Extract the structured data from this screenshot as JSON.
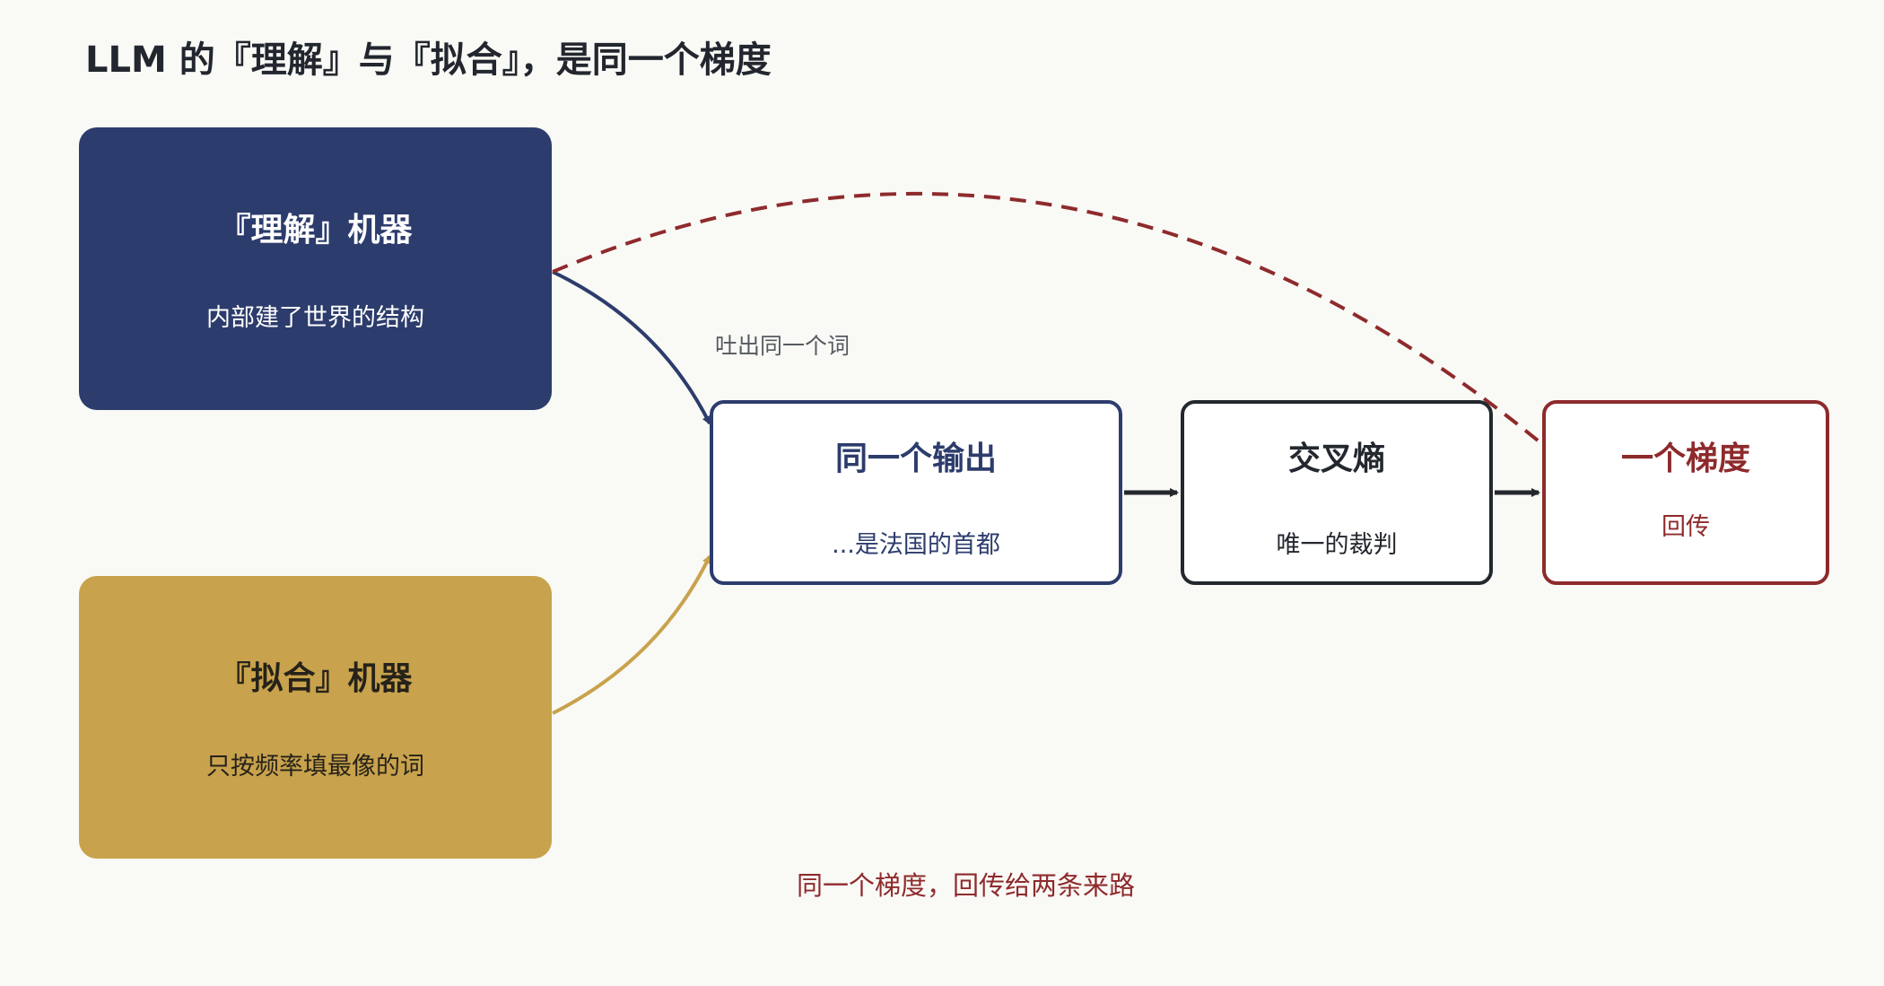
{
  "title": "LLM 的『理解』与『拟合』，是同一个梯度",
  "nodes": {
    "understanding": {
      "title": "『理解』机器",
      "subtitle": "内部建了世界的结构"
    },
    "fitting": {
      "title": "『拟合』机器",
      "subtitle": "只按频率填最像的词"
    },
    "same_output": {
      "title": "同一个输出",
      "subtitle": "...是法国的首都"
    },
    "cross_entropy": {
      "title": "交叉熵",
      "subtitle": "唯一的裁判"
    },
    "one_gradient": {
      "title": "一个梯度",
      "subtitle": "回传"
    }
  },
  "edge_label": "吐出同一个词",
  "caption": "同一个梯度，回传给两条来路",
  "colors": {
    "background": "#f9f9f5",
    "navy": "#2c3c6c",
    "gold": "#c8a24c",
    "dark": "#23272e",
    "red": "#8e2a2c"
  }
}
